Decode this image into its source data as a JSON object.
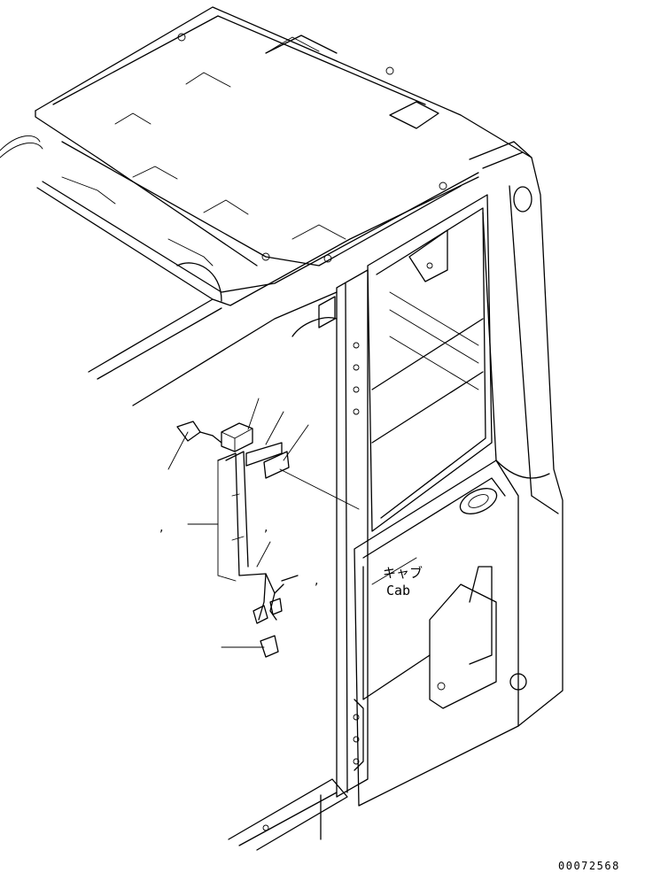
{
  "labels": {
    "cab_jp": "キャブ",
    "cab_en": "Cab",
    "drawing_number": "00072568",
    "comma_a": ",",
    "comma_b": ",",
    "comma_c": ","
  }
}
